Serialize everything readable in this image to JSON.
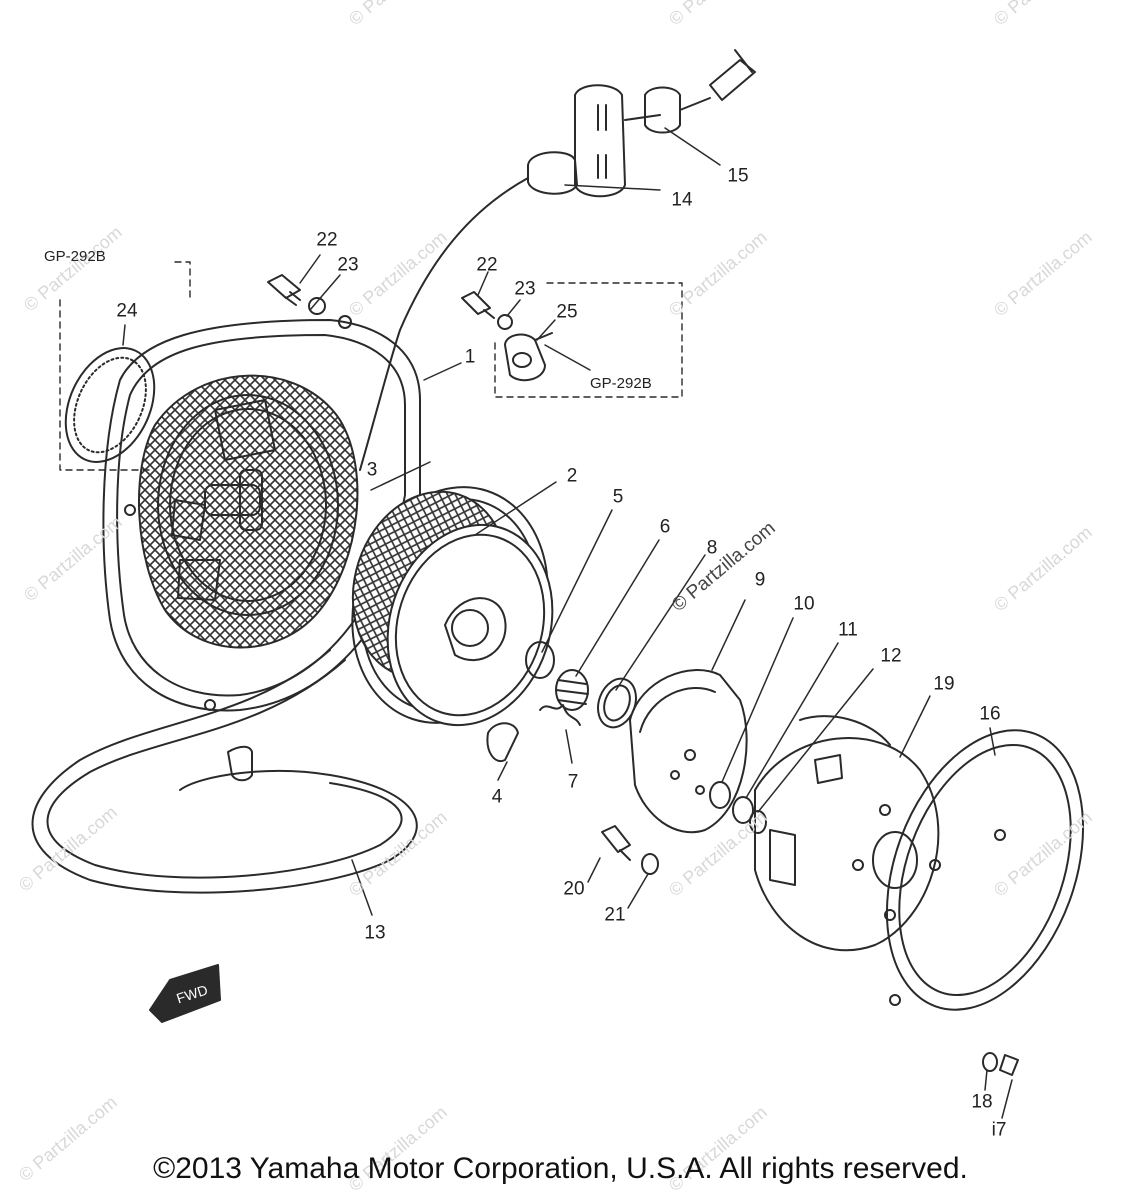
{
  "diagram": {
    "callouts": [
      "1",
      "2",
      "3",
      "4",
      "5",
      "6",
      "7",
      "8",
      "9",
      "10",
      "11",
      "12",
      "13",
      "14",
      "15",
      "16",
      "18",
      "i7",
      "19",
      "20",
      "21",
      "22",
      "23",
      "22",
      "23",
      "24",
      "25"
    ],
    "kit_labels": [
      "GP-292B",
      "GP-292B"
    ],
    "fwd_label": "FWD"
  },
  "watermarks": {
    "text": "© Partzilla.com",
    "center_text": "© Partzilla.com"
  },
  "footer": {
    "copyright": "©2013  Yamaha Motor Corporation, U.S.A. All rights reserved."
  },
  "colors": {
    "line": "#2a2a2a",
    "watermark": "#d8d8d8",
    "background": "#ffffff"
  }
}
